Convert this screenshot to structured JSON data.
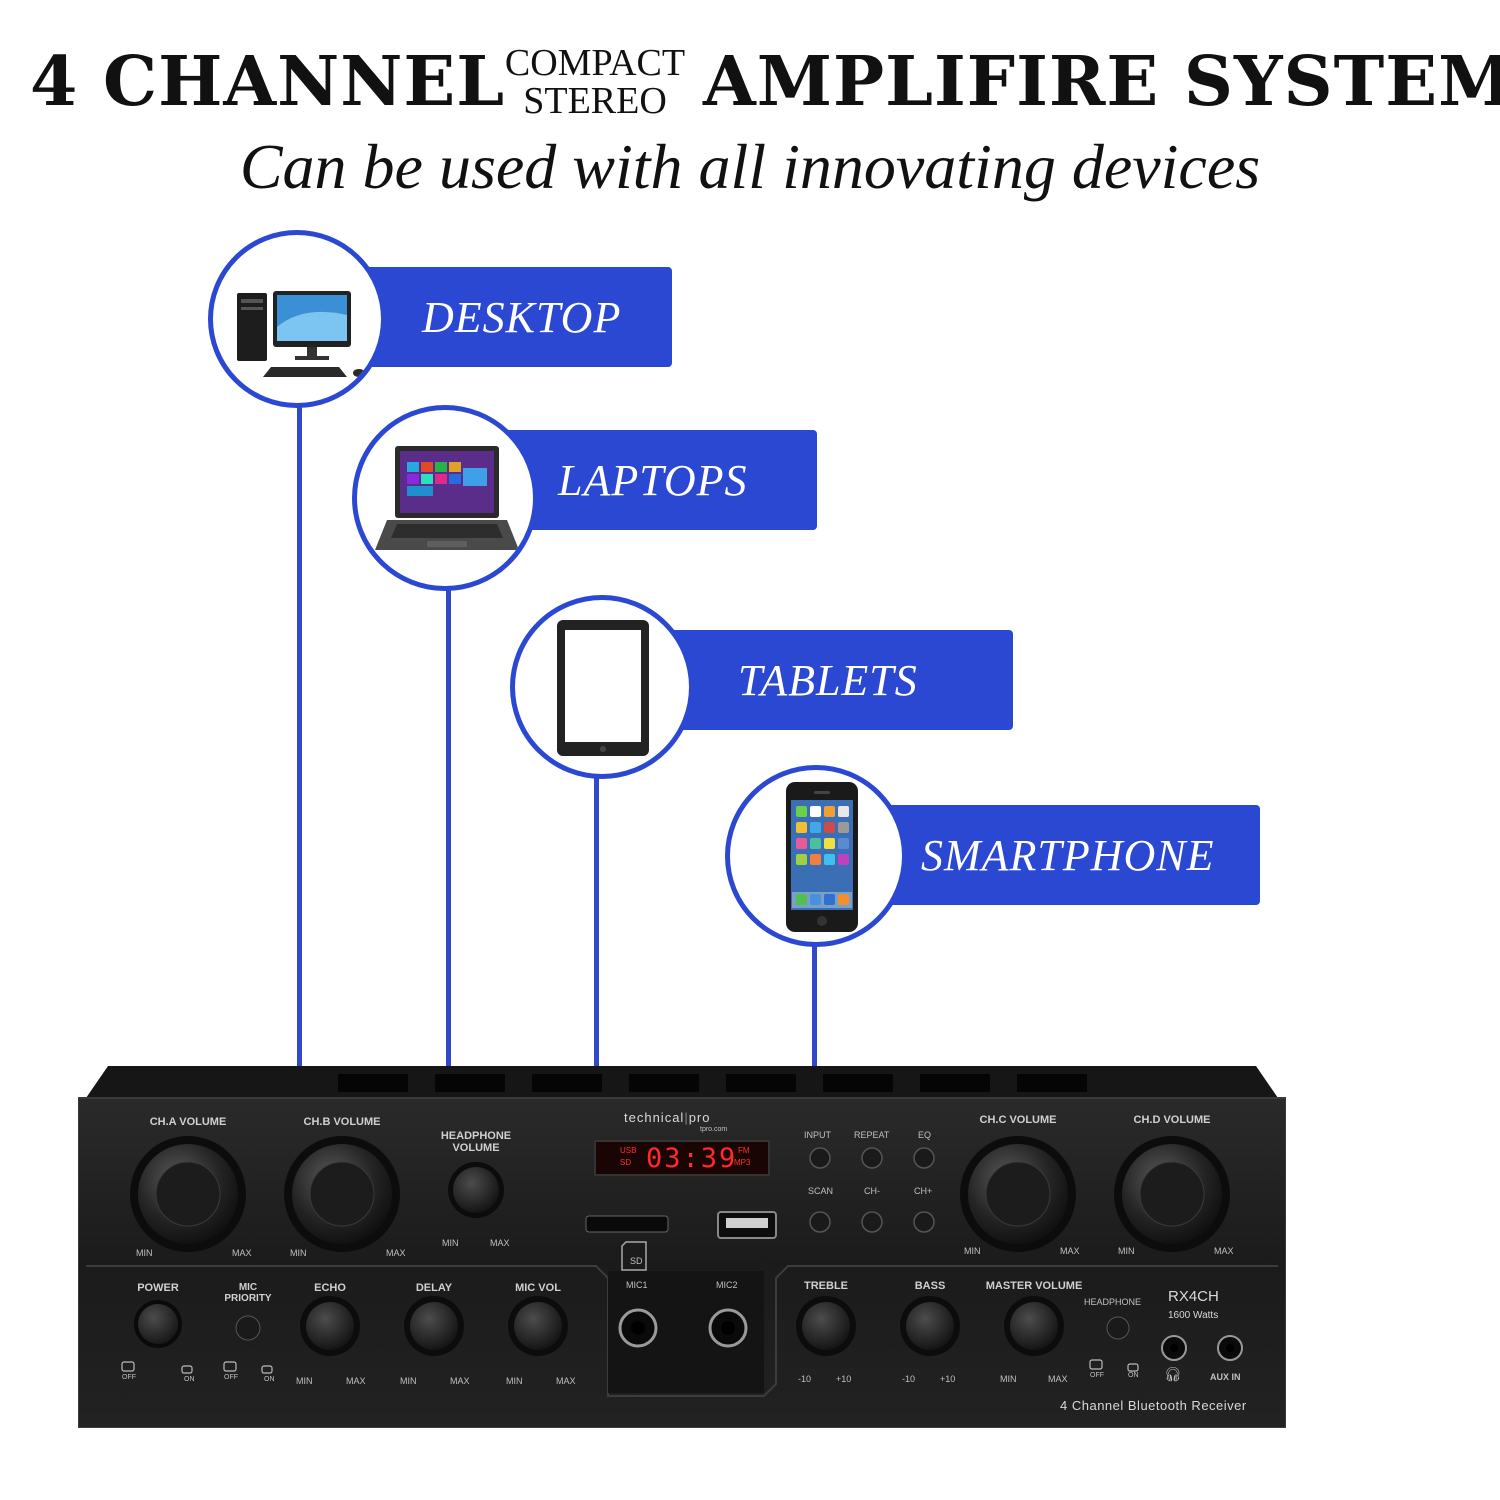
{
  "header": {
    "title_left": "4 CHANNEL",
    "title_small_line1": "COMPACT",
    "title_small_line2": "STEREO",
    "title_right": "AMPLIFIRE SYSTEM",
    "subtitle": "Can be used with all innovating devices"
  },
  "devices": [
    {
      "label": "DESKTOP",
      "icon": "desktop-computer-icon"
    },
    {
      "label": "LAPTOPS",
      "icon": "laptop-icon"
    },
    {
      "label": "TABLETS",
      "icon": "tablet-icon"
    },
    {
      "label": "SMARTPHONE",
      "icon": "smartphone-icon"
    }
  ],
  "colors": {
    "accent_blue": "#2a48d1",
    "line_blue": "#3347c9",
    "amp_body": "#1c1c1c",
    "display_red": "#ff2a2a"
  },
  "amplifier": {
    "brand_line1": "technical",
    "brand_line2": "pro",
    "brand_url": "tpro.com",
    "model": "RX4CH",
    "watts": "1600 Watts",
    "caption": "4 Channel Bluetooth Receiver",
    "display": {
      "time": "03:39",
      "src_left1": "USB",
      "src_left2": "SD",
      "src_right1": "FM",
      "src_right2": "MP3"
    },
    "knob_labels": {
      "ch_a": "CH.A VOLUME",
      "ch_b": "CH.B VOLUME",
      "headphone_vol_1": "HEADPHONE",
      "headphone_vol_2": "VOLUME",
      "ch_c": "CH.C VOLUME",
      "ch_d": "CH.D VOLUME",
      "echo": "ECHO",
      "delay": "DELAY",
      "mic_vol": "MIC VOL",
      "treble": "TREBLE",
      "bass": "BASS",
      "master": "MASTER VOLUME"
    },
    "button_labels": {
      "input": "INPUT",
      "repeat": "REPEAT",
      "eq": "EQ",
      "scan": "SCAN",
      "ch_minus": "CH-",
      "ch_plus": "CH+",
      "power": "POWER",
      "mic_priority_1": "MIC",
      "mic_priority_2": "PRIORITY",
      "headphone": "HEADPHONE"
    },
    "jack_labels": {
      "mic1": "MIC1",
      "mic2": "MIC2",
      "sd": "SD",
      "aux_in": "AUX IN"
    },
    "scale": {
      "min": "MIN",
      "max": "MAX",
      "minus10": "-10",
      "plus10": "+10",
      "off": "OFF",
      "on": "ON"
    }
  }
}
